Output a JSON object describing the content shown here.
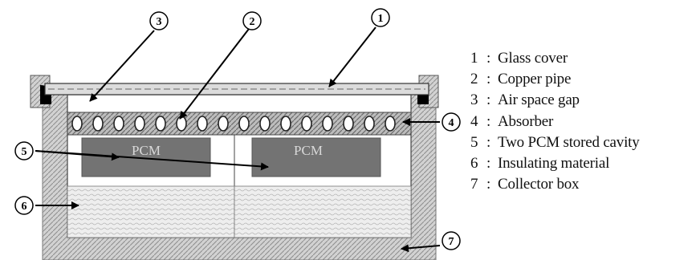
{
  "diagram": {
    "callouts": [
      "1",
      "2",
      "3",
      "4",
      "5",
      "6",
      "7"
    ],
    "pcm_labels": [
      "PCM",
      "PCM"
    ],
    "legend": [
      {
        "num": "1",
        "sep": ":",
        "label": "Glass cover"
      },
      {
        "num": "2",
        "sep": ":",
        "label": "Copper pipe"
      },
      {
        "num": "3",
        "sep": ":",
        "label": "Air space gap"
      },
      {
        "num": "4",
        "sep": ":",
        "label": "Absorber"
      },
      {
        "num": "5",
        "sep": ":",
        "label": "Two PCM stored cavity"
      },
      {
        "num": "6",
        "sep": ":",
        "label": "Insulating material"
      },
      {
        "num": "7",
        "sep": ":",
        "label": "Collector box"
      }
    ]
  }
}
